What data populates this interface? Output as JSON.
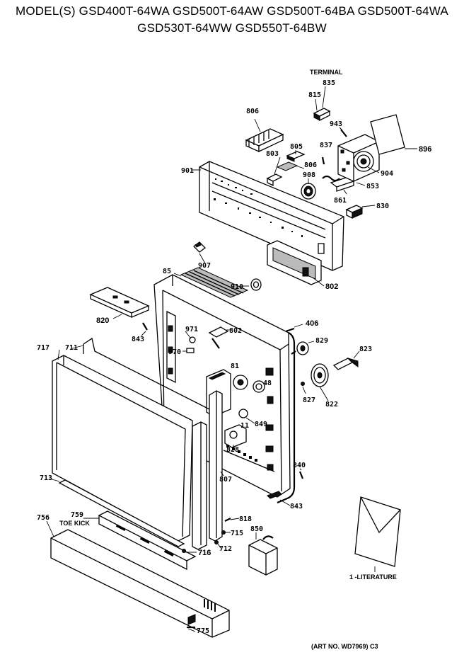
{
  "header": {
    "line1": "MODEL(S) GSD400T-64WA  GSD500T-64AW  GSD500T-64BA  GSD500T-64WA",
    "line2": "GSD530T-64WW  GSD550T-64BW"
  },
  "labels": {
    "terminal": "TERMINAL",
    "p835": "835",
    "p815": "815",
    "p806a": "806",
    "p943": "943",
    "p896": "896",
    "p837": "837",
    "p805": "805",
    "p803": "803",
    "p806b": "806",
    "p908": "908",
    "p901": "901",
    "p904": "904",
    "p853": "853",
    "p861": "861",
    "p830": "830",
    "p907": "907",
    "p85": "85",
    "p910": "910",
    "p802a": "802",
    "p820": "820",
    "p843a": "843",
    "p971": "971",
    "p970": "970",
    "p802b": "802",
    "p406": "406",
    "p829": "829",
    "p823": "823",
    "p717": "717",
    "p711": "711",
    "p81": "81",
    "p48": "48",
    "p827": "827",
    "p822": "822",
    "p849": "849",
    "p828": "828",
    "p11": "11",
    "p840": "840",
    "p713": "713",
    "p807": "807",
    "p843b": "843",
    "p818": "818",
    "p759": "759",
    "toe_kick": "TOE KICK",
    "p756": "756",
    "p715": "715",
    "p850": "850",
    "p716": "716",
    "p712": "712",
    "literature": "1 -LITERATURE",
    "p775": "775",
    "art_no": "(ART NO. WD7969) C3"
  }
}
